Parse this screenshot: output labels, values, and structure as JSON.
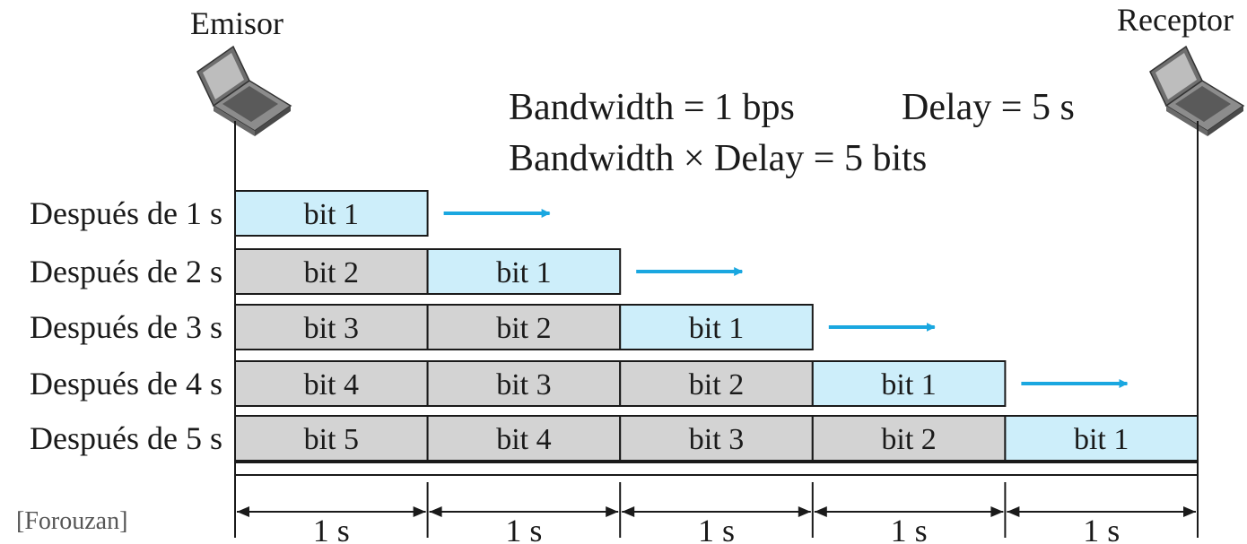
{
  "sender_label": "Emisor",
  "receiver_label": "Receptor",
  "formula": {
    "bandwidth": "Bandwidth = 1 bps",
    "delay": "Delay = 5 s",
    "product": "Bandwidth × Delay = 5 bits"
  },
  "rows": [
    {
      "label": "Después de 1 s",
      "cells": [
        "bit 1"
      ]
    },
    {
      "label": "Después de 2 s",
      "cells": [
        "bit 2",
        "bit 1"
      ]
    },
    {
      "label": "Después de 3 s",
      "cells": [
        "bit 3",
        "bit 2",
        "bit 1"
      ]
    },
    {
      "label": "Después de 4 s",
      "cells": [
        "bit 4",
        "bit 3",
        "bit 2",
        "bit 1"
      ]
    },
    {
      "label": "Después de 5 s",
      "cells": [
        "bit 5",
        "bit 4",
        "bit 3",
        "bit 2",
        "bit 1"
      ]
    }
  ],
  "intervals": [
    "1 s",
    "1 s",
    "1 s",
    "1 s",
    "1 s"
  ],
  "citation": "[Forouzan]",
  "colors": {
    "leading_bit_fill": "#cdeefa",
    "trailing_bit_fill": "#d3d3d3",
    "arrow": "#1aa7e0",
    "line": "#1a1a1a"
  }
}
